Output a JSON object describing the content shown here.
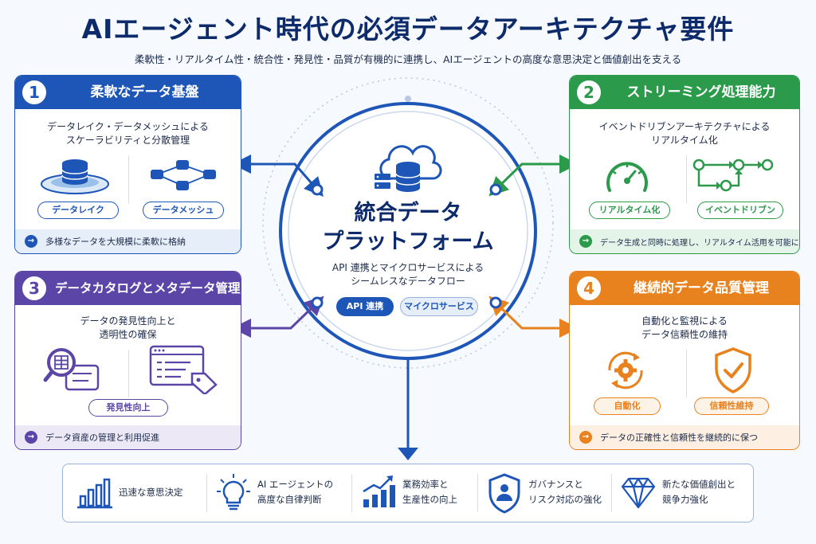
{
  "title": "AIエージェント時代の必須データアーキテクチャ要件",
  "subtitle": "柔軟性・リアルタイム性・統合性・発見性・品質が有機的に連携し、AIエージェントの高度な意思決定と価値創出を支える",
  "colors": {
    "blue": "#1e56b8",
    "green": "#2b9a4a",
    "purple": "#5b46a8",
    "orange": "#e8821e",
    "navy": "#0d2a6b"
  },
  "center": {
    "title": "統合データ\nプラットフォーム",
    "desc": "API 連携とマイクロサービスによる\nシームレスなデータフロー",
    "pill_api": "API 連携",
    "pill_micro": "マイクロサービス"
  },
  "cards": [
    {
      "num": "1",
      "title": "柔軟なデータ基盤",
      "desc": "データレイク・データメッシュによる\nスケーラビリティと分散管理",
      "pills": [
        "データレイク",
        "データメッシュ"
      ],
      "foot": "多様なデータを大規模に柔軟に格納",
      "icons": [
        "data-lake-icon",
        "data-mesh-icon"
      ]
    },
    {
      "num": "2",
      "title": "ストリーミング処理能力",
      "desc": "イベントドリブンアーキテクチャによる\nリアルタイム化",
      "pills": [
        "リアルタイム化",
        "イベントドリブン"
      ],
      "foot": "データ生成と同時に処理し、リアルタイム活用を可能にする",
      "icons": [
        "gauge-icon",
        "event-flow-icon"
      ]
    },
    {
      "num": "3",
      "title": "データカタログとメタデータ管理",
      "desc": "データの発見性向上と\n透明性の確保",
      "pills": [
        "発見性向上"
      ],
      "foot": "データ資産の管理と利用促進",
      "icons": [
        "catalog-search-icon",
        "metadata-tag-icon"
      ]
    },
    {
      "num": "4",
      "title": "継続的データ品質管理",
      "desc": "自動化と監視による\nデータ信頼性の維持",
      "pills": [
        "自動化",
        "信頼性維持"
      ],
      "foot": "データの正確性と信頼性を継続的に保つ",
      "icons": [
        "auto-gear-icon",
        "shield-check-icon"
      ]
    }
  ],
  "benefits": [
    {
      "text": "迅速な意思決定",
      "icon": "bar-chart-icon"
    },
    {
      "text": "AI エージェントの\n高度な自律判断",
      "icon": "lightbulb-icon"
    },
    {
      "text": "業務効率と\n生産性の向上",
      "icon": "growth-chart-icon"
    },
    {
      "text": "ガバナンスと\nリスク対応の強化",
      "icon": "shield-user-icon"
    },
    {
      "text": "新たな価値創出と\n競争力強化",
      "icon": "diamond-icon"
    }
  ]
}
